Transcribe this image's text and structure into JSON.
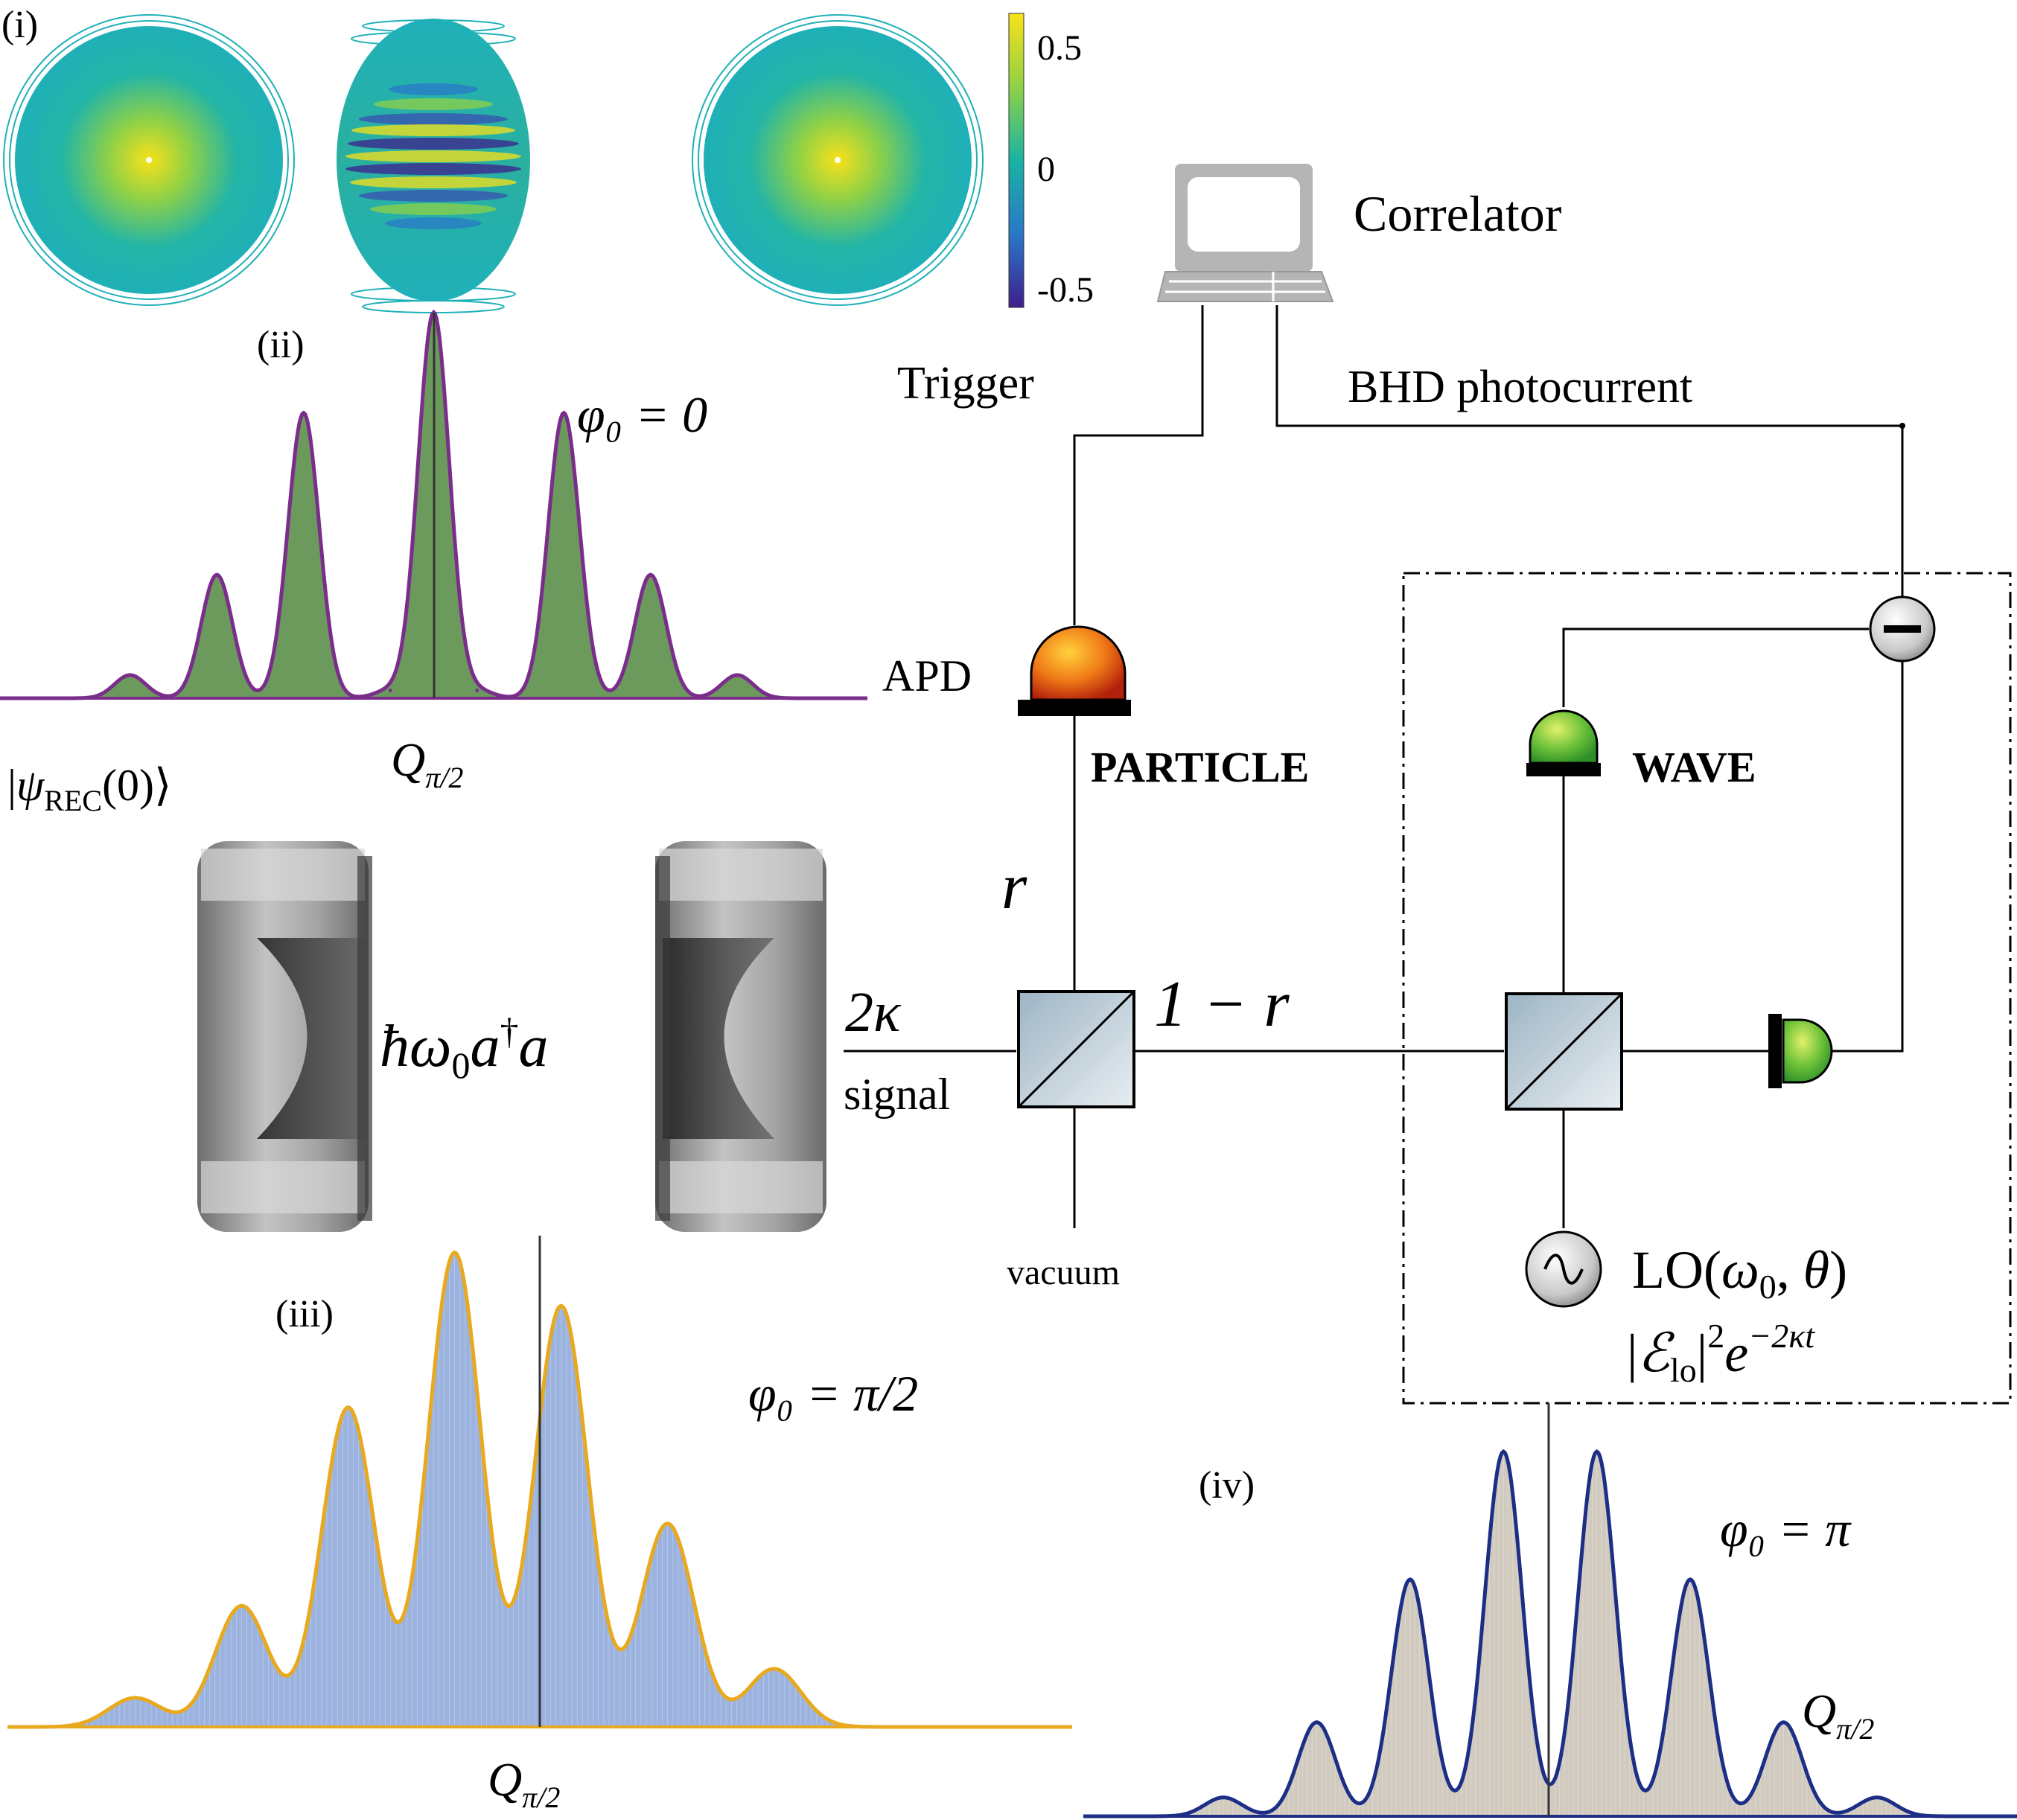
{
  "panels": {
    "i": "(i)",
    "ii": "(ii)",
    "iii": "(iii)",
    "iv": "(iv)"
  },
  "colorbar": {
    "ticks": [
      "0.5",
      "0",
      "-0.5"
    ],
    "colors": [
      "#3e1f8c",
      "#2a78c8",
      "#19b3a3",
      "#8fd146",
      "#f8e11a"
    ]
  },
  "labels": {
    "phi_ii": "φ₀ = 0",
    "phi_iii": "φ₀ = π/2",
    "phi_iv": "φ₀ = π",
    "psi_rec": "|ψ_REC(0)⟩",
    "q_ii": "Q",
    "q_iii": "Q",
    "q_iv": "Q",
    "q_sub": "π/2",
    "hamiltonian": "ħω₀a†a",
    "two_kappa": "2κ",
    "signal": "signal",
    "vacuum": "vacuum",
    "r": "r",
    "one_minus_r": "1 − r",
    "apd": "APD",
    "particle": "PARTICLE",
    "wave": "WAVE",
    "trigger": "Trigger",
    "bhd": "BHD photocurrent",
    "correlator": "Correlator",
    "lo": "LO(ω₀, θ)",
    "lo_amp": "|ℰ_lo|²e^−2κt"
  },
  "colors": {
    "green_fill": "#6b9a5c",
    "purple_line": "#7b2d8c",
    "blue_fill": "#8aa6d8",
    "orange_line": "#e8a91e",
    "tan_fill": "#c9c1b4",
    "navy_line": "#1d2e86",
    "apd": "#d83a10",
    "bhd_detector": "#46b82c"
  },
  "chart_data": [
    {
      "type": "area",
      "panel": "(ii)",
      "title": "φ₀ = 0",
      "xlabel": "Qπ/2",
      "x": [
        -3.5,
        -2.5,
        -1.5,
        -0.5,
        0,
        0.5,
        1.5,
        2.5,
        3.5
      ],
      "series": [
        {
          "values": [
            0.06,
            0.32,
            0.74,
            0.02,
            1.0,
            0.02,
            0.74,
            0.32,
            0.06
          ]
        }
      ]
    },
    {
      "type": "area",
      "panel": "(iii)",
      "title": "φ₀ = π/2",
      "xlabel": "Qπ/2",
      "x": [
        -3.0,
        -2.0,
        -1.0,
        0,
        1.0,
        2.0,
        3.0
      ],
      "series": [
        {
          "values": [
            0.06,
            0.25,
            0.66,
            0.98,
            0.87,
            0.42,
            0.12
          ]
        }
      ]
    },
    {
      "type": "area",
      "panel": "(iv)",
      "title": "φ₀ = π",
      "xlabel": "Qπ/2",
      "x": [
        -3.5,
        -2.5,
        -1.5,
        -0.5,
        0.5,
        1.5,
        2.5,
        3.5
      ],
      "series": [
        {
          "values": [
            0.05,
            0.25,
            0.63,
            0.97,
            0.97,
            0.63,
            0.25,
            0.05
          ]
        }
      ]
    }
  ]
}
